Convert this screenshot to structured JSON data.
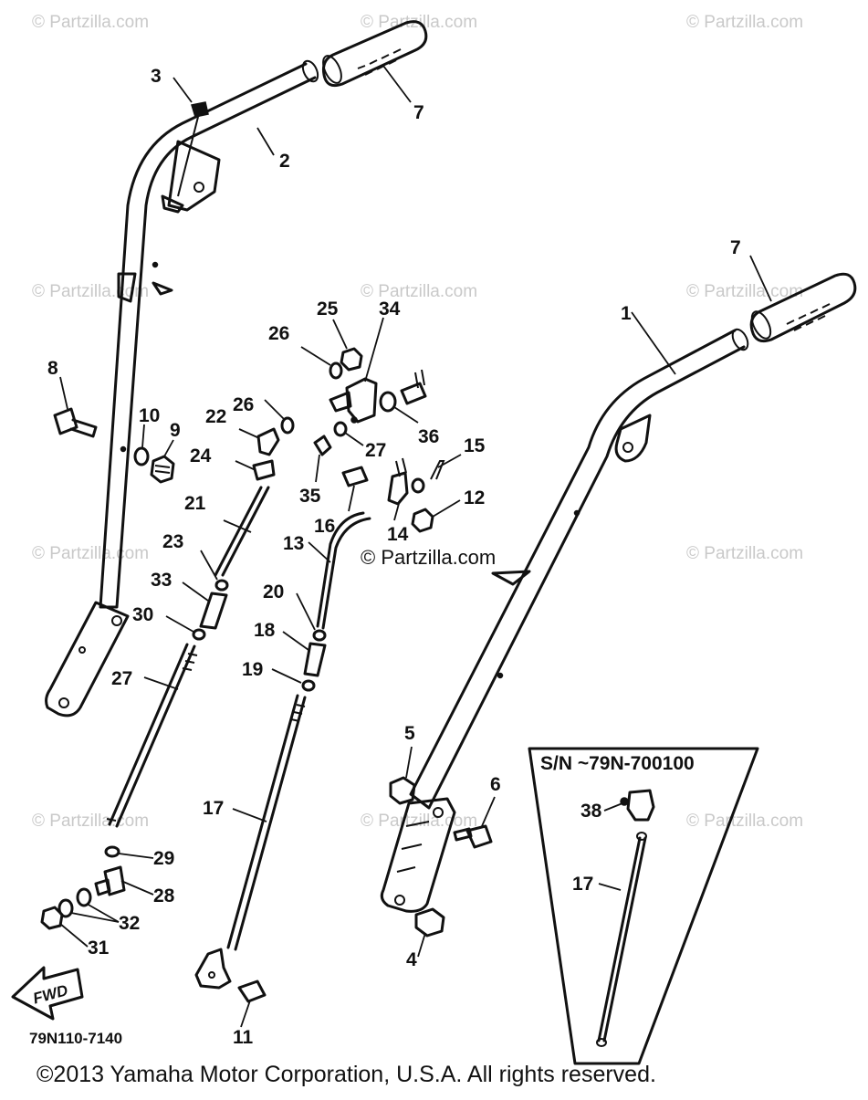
{
  "watermark": {
    "text": "© Partzilla.com",
    "center_text": "© Partzilla.com"
  },
  "callouts": {
    "c1": "1",
    "c2": "2",
    "c3": "3",
    "c4": "4",
    "c5": "5",
    "c6": "6",
    "c7a": "7",
    "c7b": "7",
    "c8": "8",
    "c9": "9",
    "c10": "10",
    "c11": "11",
    "c12": "12",
    "c13": "13",
    "c14": "14",
    "c15": "15",
    "c16": "16",
    "c17": "17",
    "c17b": "17",
    "c18": "18",
    "c19": "19",
    "c20": "20",
    "c21": "21",
    "c22": "22",
    "c23": "23",
    "c24": "24",
    "c25": "25",
    "c26a": "26",
    "c26b": "26",
    "c27a": "27",
    "c27b": "27",
    "c28": "28",
    "c29": "29",
    "c30": "30",
    "c31": "31",
    "c32": "32",
    "c33": "33",
    "c34": "34",
    "c35": "35",
    "c36": "36",
    "c38": "38"
  },
  "inset": {
    "title": "S/N ~79N-700100"
  },
  "fwd_arrow": {
    "label": "FWD"
  },
  "diagram_code": "79N110-7140",
  "footer": {
    "copyright": "©2013  Yamaha Motor Corporation, U.S.A. All rights reserved."
  }
}
